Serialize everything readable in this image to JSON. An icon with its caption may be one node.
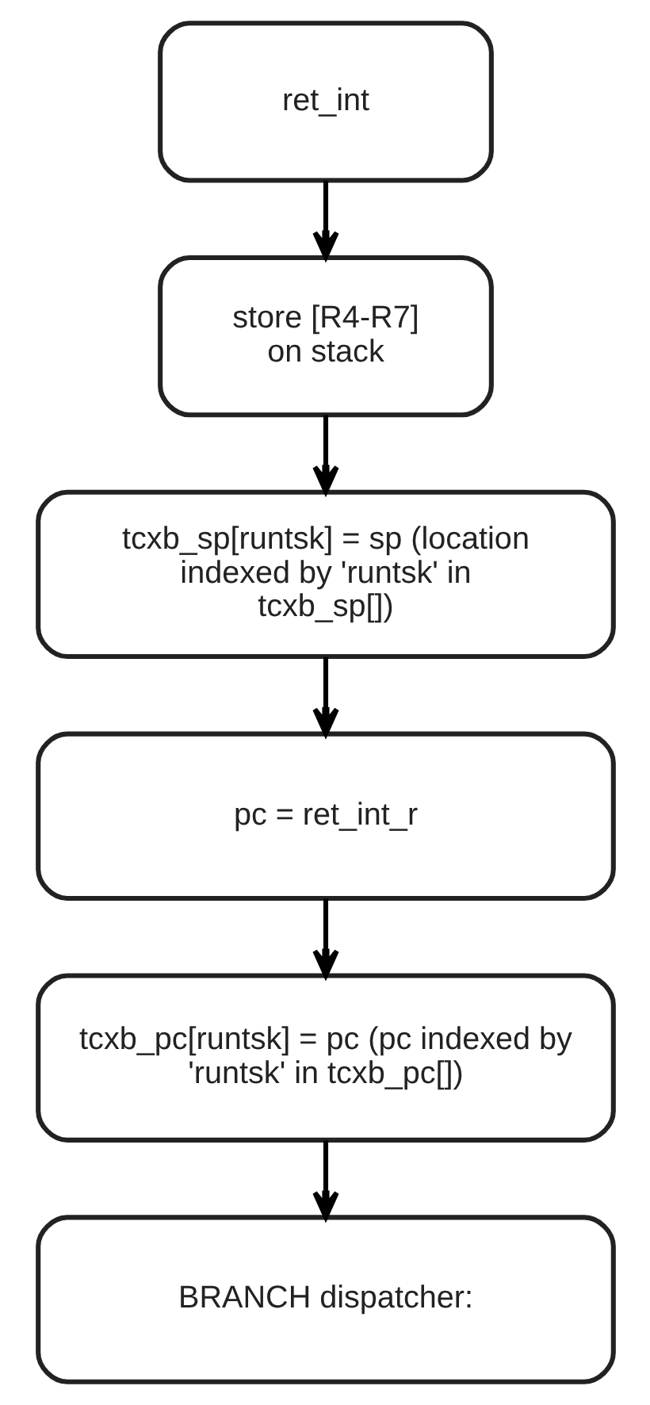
{
  "diagram": {
    "nodes": [
      {
        "text": [
          "ret_int"
        ]
      },
      {
        "text": [
          "store [R4-R7] on stack"
        ]
      },
      {
        "text": [
          "tcxb_sp[runtsk] = sp (location indexed by 'runtsk' in tcxb_sp[])"
        ]
      },
      {
        "text": [
          "pc = ret_int_r"
        ]
      },
      {
        "text": [
          "tcxb_pc[runtsk] = pc (pc indexed by 'runtsk' in tcxb_pc[])"
        ]
      },
      {
        "text": [
          "BRANCH dispatcher:"
        ]
      }
    ],
    "edges": [
      {
        "from": 0,
        "to": 1,
        "arrow": "to"
      },
      {
        "from": 1,
        "to": 2,
        "arrow": "to"
      },
      {
        "from": 2,
        "to": 3,
        "arrow": "to"
      },
      {
        "from": 3,
        "to": 4,
        "arrow": "to"
      },
      {
        "from": 4,
        "to": 5,
        "arrow": "to"
      }
    ]
  }
}
